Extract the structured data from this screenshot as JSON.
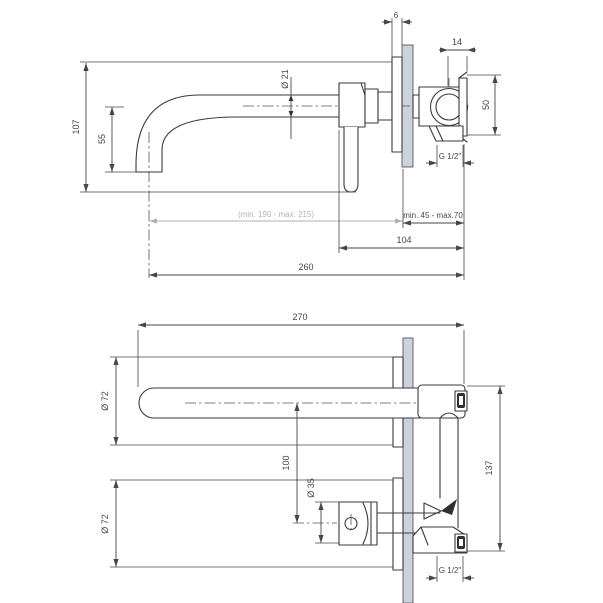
{
  "page": {
    "background": "#ffffff"
  },
  "drawing": {
    "type": "technical-drawing",
    "colors": {
      "line": "#3a3a40",
      "dimension_text": "#46464c",
      "secondary_dimension": "#aeb2b8",
      "wall_fill": "#ccd2da"
    },
    "views": {
      "side": {
        "dims": {
          "overall_height": "107",
          "spout_drop": "55",
          "spout_diameter": "Ø 21",
          "plate_thickness": "6",
          "bracket_offset": "14",
          "valve_height": "50",
          "connection": "G 1/2\"",
          "projection_range": "(min. 190 - max. 215)",
          "wall_depth_range": "min. 45 - max.70",
          "body_length": "104",
          "total_projection": "260"
        }
      },
      "plan": {
        "dims": {
          "total_length": "270",
          "spout_plate_diameter": "Ø 72",
          "axis_spacing": "100",
          "handle_diameter": "Ø 35",
          "handle_plate_diameter": "Ø 72",
          "valve_length": "137",
          "connection": "G 1/2\""
        }
      }
    }
  }
}
